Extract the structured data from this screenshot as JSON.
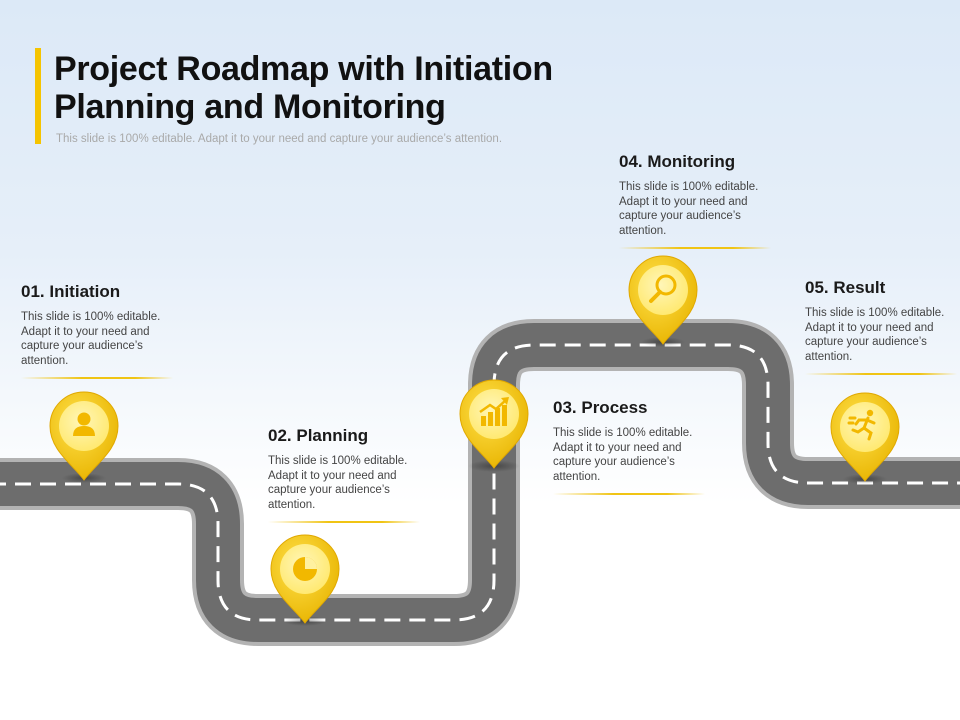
{
  "header": {
    "title_line1": "Project Roadmap with Initiation",
    "title_line2": "Planning and Monitoring",
    "subtitle": "This slide is 100% editable. Adapt it to your need and capture your audience’s attention."
  },
  "stages": [
    {
      "heading": "01. Initiation",
      "description": "This slide is 100% editable. Adapt it to your need and capture your audience’s attention.",
      "icon": "user-icon"
    },
    {
      "heading": "02. Planning",
      "description": "This slide is 100% editable. Adapt it to your need and capture your audience’s attention.",
      "icon": "pie-chart-icon"
    },
    {
      "heading": "03. Process",
      "description": "This slide is 100% editable. Adapt it to your need and capture your audience’s attention.",
      "icon": "growth-chart-icon"
    },
    {
      "heading": "04. Monitoring",
      "description": "This slide is 100% editable. Adapt it to your need and capture your audience’s attention.",
      "icon": "magnifier-icon"
    },
    {
      "heading": "05. Result",
      "description": "This slide is 100% editable. Adapt it to your need and capture your audience’s attention.",
      "icon": "running-person-icon"
    }
  ],
  "colors": {
    "accent": "#f5c400",
    "road": "#6e6e6e",
    "road_edge": "#bdbdbd",
    "pin": "#f2c200"
  }
}
